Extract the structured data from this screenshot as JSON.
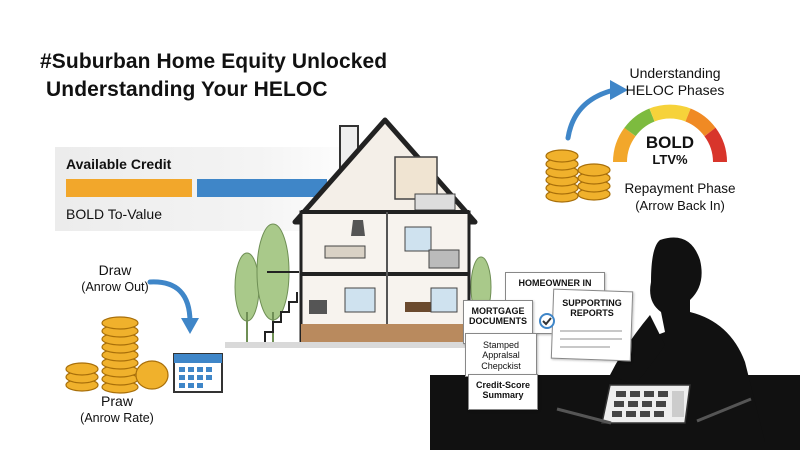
{
  "header": {
    "line1": "#Suburban Home Equity Unlocked",
    "line2": "Understanding Your HELOC"
  },
  "credit_panel": {
    "label": "Available Credit",
    "sublabel": "BOLD To-Value",
    "bar_colors": [
      "#f2a72b",
      "#3f86c8"
    ]
  },
  "draw": {
    "label": "Draw",
    "sublabel": "(Anrow Out)"
  },
  "praw": {
    "label": "Praw",
    "sublabel": "(Anrow Rate)"
  },
  "phases": {
    "title": "Understanding",
    "subtitle": "HELOC Phases",
    "gauge_label": "BOLD",
    "gauge_sublabel": "LTV%",
    "gauge_colors": [
      "#f2a72b",
      "#7dbb3f",
      "#f6d23a",
      "#f08a24",
      "#d8352b"
    ],
    "repayment_label": "Repayment Phase",
    "repayment_sublabel": "(Arrow Back In)"
  },
  "documents": {
    "homeowner": "HOMEOWNER IN",
    "supporting": "SUPPORTING REPORTS",
    "mortgage": "MORTGAGE DOCUMENTS",
    "appraisal": "Stamped Appralsal Chepckist",
    "credit": "Credit-Score Summary"
  },
  "icons": [
    "coin-stack-icon",
    "calendar-icon",
    "curved-arrow-icon",
    "gauge-icon",
    "house-illustration",
    "calculator-icon",
    "pen-icon",
    "person-silhouette"
  ]
}
